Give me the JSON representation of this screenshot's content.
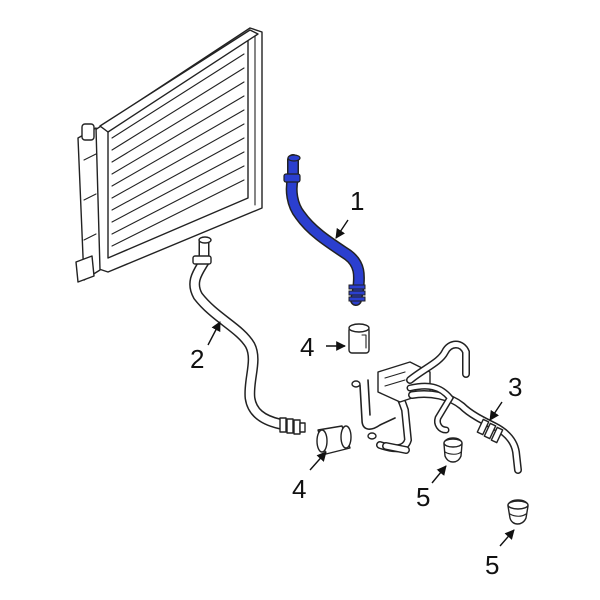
{
  "callouts": {
    "part1": "1",
    "part2": "2",
    "part3": "3",
    "part4a": "4",
    "part4b": "4",
    "part5a": "5",
    "part5b": "5"
  },
  "colors": {
    "highlight_hose": "#2b3fcf",
    "line": "#222222",
    "background": "#ffffff"
  }
}
